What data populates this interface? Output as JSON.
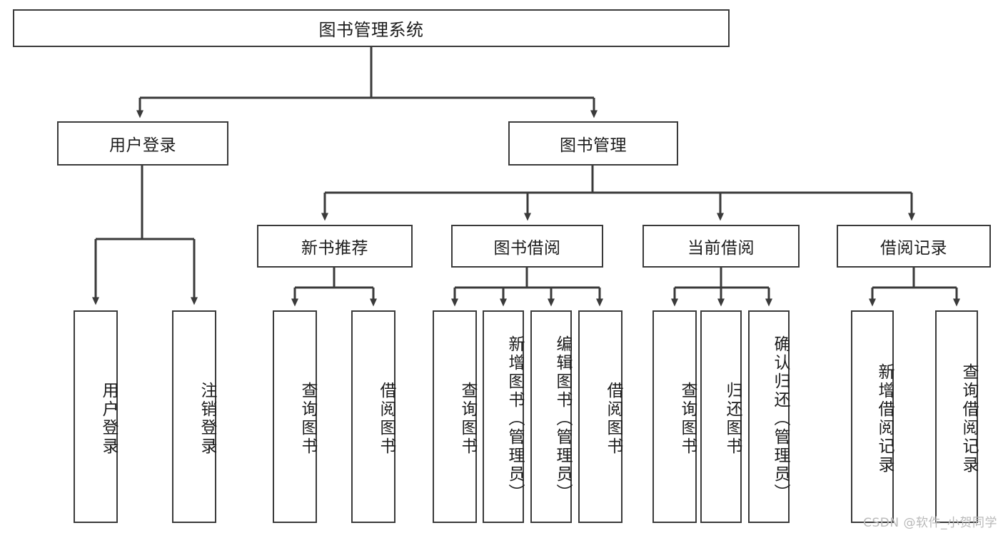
{
  "diagram": {
    "type": "tree-hierarchy",
    "title": "图书管理系统",
    "watermark": "CSDN @软件_小贺同学",
    "colors": {
      "border": "#3a3a3a",
      "background": "#ffffff",
      "text": "#1c1c1c",
      "watermark": "#b9b9b9"
    },
    "nodes": {
      "root": {
        "label": "图书管理系统",
        "level": 1
      },
      "l2": [
        {
          "id": "user-login",
          "label": "用户登录",
          "level": 2
        },
        {
          "id": "book-manage",
          "label": "图书管理",
          "level": 2
        }
      ],
      "l3": [
        {
          "id": "new-book-rec",
          "label": "新书推荐",
          "level": 3
        },
        {
          "id": "book-borrow",
          "label": "图书借阅",
          "level": 3
        },
        {
          "id": "current-borrow",
          "label": "当前借阅",
          "level": 3
        },
        {
          "id": "borrow-record",
          "label": "借阅记录",
          "level": 3
        }
      ],
      "leaves": [
        {
          "id": "leaf-user-login",
          "label": "用户登录",
          "parent": "user-login"
        },
        {
          "id": "leaf-logout",
          "label": "注销登录",
          "parent": "user-login"
        },
        {
          "id": "leaf-query-book-1",
          "label": "查询图书",
          "parent": "new-book-rec"
        },
        {
          "id": "leaf-borrow-book-1",
          "label": "借阅图书",
          "parent": "new-book-rec"
        },
        {
          "id": "leaf-query-book-2",
          "label": "查询图书",
          "parent": "book-borrow"
        },
        {
          "id": "leaf-add-book",
          "label": "新增图书（管理员）",
          "parent": "book-borrow"
        },
        {
          "id": "leaf-edit-book",
          "label": "编辑图书（管理员）",
          "parent": "book-borrow"
        },
        {
          "id": "leaf-borrow-book-2",
          "label": "借阅图书",
          "parent": "book-borrow"
        },
        {
          "id": "leaf-query-book-3",
          "label": "查询图书",
          "parent": "current-borrow"
        },
        {
          "id": "leaf-return-book",
          "label": "归还图书",
          "parent": "current-borrow"
        },
        {
          "id": "leaf-confirm-return",
          "label": "确认归还（管理员）",
          "parent": "current-borrow"
        },
        {
          "id": "leaf-add-record",
          "label": "新增借阅记录",
          "parent": "borrow-record"
        },
        {
          "id": "leaf-query-record",
          "label": "查询借阅记录",
          "parent": "borrow-record"
        }
      ]
    }
  }
}
